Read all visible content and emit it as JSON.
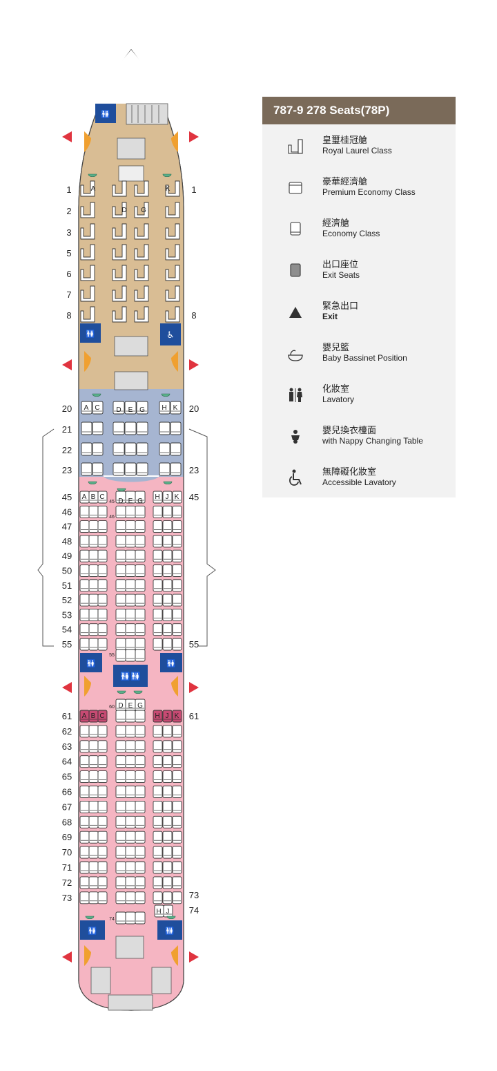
{
  "legend": {
    "title": "787-9 278 Seats(78P)",
    "items": [
      {
        "icon": "royal-laurel-seat-icon",
        "zh": "皇璽桂冠艙",
        "en": "Royal Laurel Class"
      },
      {
        "icon": "premium-economy-seat-icon",
        "zh": "豪華經濟艙",
        "en": "Premium Economy Class"
      },
      {
        "icon": "economy-seat-icon",
        "zh": "經濟艙",
        "en": "Economy Class"
      },
      {
        "icon": "exit-seat-icon",
        "zh": "出口座位",
        "en": "Exit Seats"
      },
      {
        "icon": "exit-triangle-icon",
        "zh": "緊急出口",
        "en": "Exit"
      },
      {
        "icon": "baby-bassinet-icon",
        "zh": "嬰兒籃",
        "en": "Baby Bassinet Position"
      },
      {
        "icon": "lavatory-icon",
        "zh": "化妝室",
        "en": "Lavatory"
      },
      {
        "icon": "nappy-changing-icon",
        "zh": "嬰兒換衣檯面",
        "en": "with Nappy Changing Table"
      },
      {
        "icon": "accessible-lavatory-icon",
        "zh": "無障礙化妝室",
        "en": "Accessible Lavatory"
      }
    ]
  },
  "colors": {
    "royal_laurel": "#d9bd94",
    "premium_economy": "#a6b5d1",
    "economy": "#f5b5c2",
    "exit_seat": "#c74a73",
    "exit_arrow": "#e0343f",
    "lavatory": "#1f4e9c",
    "legend_header": "#7a6a59"
  },
  "cabin": {
    "business_rows": [
      {
        "row": "1",
        "left": "A",
        "center": "",
        "right": "K"
      },
      {
        "row": "2",
        "left": "",
        "center": "D G",
        "right": ""
      },
      {
        "row": "3"
      },
      {
        "row": "5"
      },
      {
        "row": "6"
      },
      {
        "row": "7"
      },
      {
        "row": "8"
      }
    ],
    "premium_rows": [
      "20",
      "21",
      "22",
      "23"
    ],
    "economy_rows_a": [
      "45",
      "46",
      "47",
      "48",
      "49",
      "50",
      "51",
      "52",
      "53",
      "54",
      "55"
    ],
    "economy_rows_b": [
      "61",
      "62",
      "63",
      "64",
      "65",
      "66",
      "67",
      "68",
      "69",
      "70",
      "71",
      "72",
      "73"
    ],
    "right_labels": {
      "business": [
        "1",
        "8"
      ],
      "premium": [
        "20",
        "23"
      ],
      "economy_a": [
        "45",
        "55"
      ],
      "economy_b": [
        "61",
        "73",
        "74"
      ]
    },
    "center_small_labels": [
      "45",
      "46",
      "55",
      "60",
      "74"
    ],
    "seat_letters": {
      "premium_left": [
        "A",
        "C"
      ],
      "premium_center": [
        "D",
        "E",
        "G"
      ],
      "premium_right": [
        "H",
        "K"
      ],
      "economy_left": [
        "A",
        "B",
        "C"
      ],
      "economy_center": [
        "D",
        "E",
        "G"
      ],
      "economy_right": [
        "H",
        "J",
        "K"
      ],
      "rear_right": [
        "H",
        "J"
      ]
    }
  }
}
